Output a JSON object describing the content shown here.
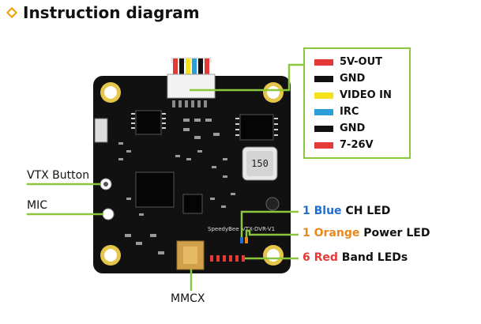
{
  "title": "Instruction diagram",
  "colors": {
    "accent": "#8cc63f",
    "title_marker": "#f0a000",
    "board": "#111111",
    "blue_led": "#1f6fd1",
    "orange_led": "#e8881e",
    "red_led": "#e53935"
  },
  "legend": [
    {
      "label": "5V-OUT",
      "color": "#e53935"
    },
    {
      "label": "GND",
      "color": "#111111"
    },
    {
      "label": "VIDEO IN",
      "color": "#f5e21b"
    },
    {
      "label": "IRC",
      "color": "#2a9fd8"
    },
    {
      "label": "GND",
      "color": "#111111"
    },
    {
      "label": "7-26V",
      "color": "#e53935"
    }
  ],
  "labels": {
    "vtx_button": "VTX Button",
    "mic": "MIC",
    "mmcx": "MMCX"
  },
  "leds": {
    "blue": {
      "count": "1",
      "color_word": "Blue",
      "desc": "CH LED"
    },
    "orange": {
      "count": "1",
      "color_word": "Orange",
      "desc": "Power LED"
    },
    "red": {
      "count": "6",
      "color_word": "Red",
      "desc": "Band LEDs"
    }
  },
  "board": {
    "brand": "SpeedyBee",
    "model": "VTX-DVR-V1",
    "inductor": "150"
  }
}
